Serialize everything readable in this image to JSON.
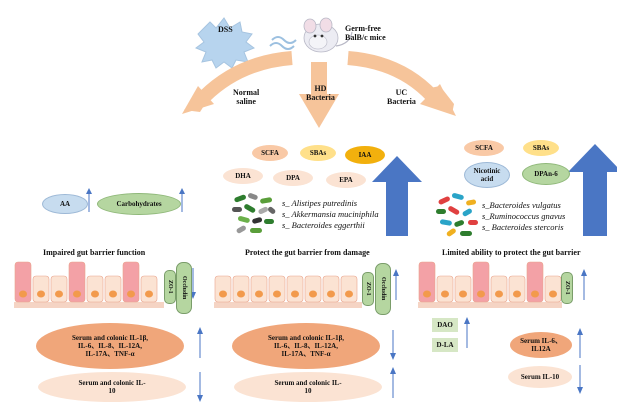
{
  "top": {
    "dss": "DSS",
    "mouse_label": "Germ-free\nBalB/c mice",
    "arrows": {
      "left": "Normal\nsaline",
      "middle": "HD\nBacteria",
      "right": "UC\nBacteria"
    }
  },
  "left": {
    "metabolites": [
      "AA",
      "Carbohydrates"
    ],
    "title": "Impaired gut barrier function",
    "tight_junctions": [
      "ZO-1",
      "Occludin"
    ],
    "serum_up": "Serum and colonic IL-1β,\nIL-6、IL-8、IL-12A,\nIL-17A、TNF-α",
    "serum_down": "Serum and colonic IL-\n10"
  },
  "middle": {
    "metabolites_row1": [
      "SCFA",
      "SBAs",
      "IAA"
    ],
    "metabolites_row2": [
      "DHA",
      "DPA",
      "EPA"
    ],
    "species": [
      "s_ Alistipes putredinis",
      "s_ Akkermansia muciniphila",
      "s_ Bacteroides eggerthii"
    ],
    "title": "Protect the gut barrier from damage",
    "tight_junctions": [
      "ZO-1",
      "Occludin"
    ],
    "serum_up": "Serum and colonic IL-1β,\nIL-6、IL-8、IL-12A,\nIL-17A、TNF-α",
    "serum_down": "Serum and colonic IL-\n10"
  },
  "right": {
    "metabolites_row1": [
      "SCFA",
      "SBAs"
    ],
    "metabolites_row2": [
      "Nicotinic\nacid",
      "DPAn-6"
    ],
    "species": [
      "s_Bacteroides vulgatus",
      "s_Ruminococcus gnavus",
      "s_ Bacteroides stercoris"
    ],
    "title": "Limited ability  to protect the gut barrier",
    "tight_junction": "ZO-1",
    "markers": [
      "DAO",
      "D-LA"
    ],
    "serum_up": "Serum IL-6、\nIL12A",
    "serum_down": "Serum IL-10"
  },
  "colors": {
    "orange_arrow": "#f6c49a",
    "blue_arrow": "#4a76c4",
    "metabolite_yellow": "#ffe08a",
    "metabolite_peach": "#f9c9a6",
    "metabolite_orange": "#f2b00d",
    "blue_ellipse": "#c7dcef",
    "green_ellipse": "#b5d6a0",
    "cytokine_up": "#f0a67a",
    "cytokine_down": "#fbe3d3",
    "marker_green": "#d6e7c5"
  }
}
